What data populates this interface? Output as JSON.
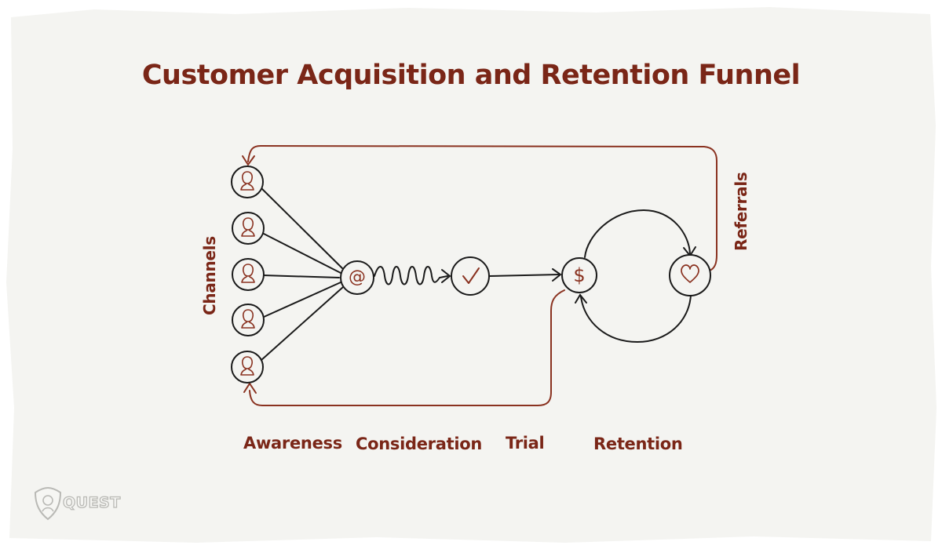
{
  "title": "Customer Acquisition and Retention Funnel",
  "side_labels": {
    "channels": "Channels",
    "referrals": "Referrals"
  },
  "stages": {
    "awareness": "Awareness",
    "consideration": "Consideration",
    "trial": "Trial",
    "retention": "Retention"
  },
  "nodes": {
    "channel_icon": "person-icon",
    "email": {
      "icon": "at-sign-icon",
      "glyph": "@"
    },
    "trial": {
      "icon": "checkmark-icon",
      "glyph": "✓"
    },
    "purchase": {
      "icon": "dollar-icon",
      "glyph": "$"
    },
    "loyalty": {
      "icon": "heart-icon",
      "glyph": "♡"
    }
  },
  "logo": {
    "text": "QUEST"
  },
  "colors": {
    "accent": "#7a2617",
    "ink": "#1a1a1a",
    "paper": "#f4f4f1",
    "loop_line": "#8a3220"
  }
}
